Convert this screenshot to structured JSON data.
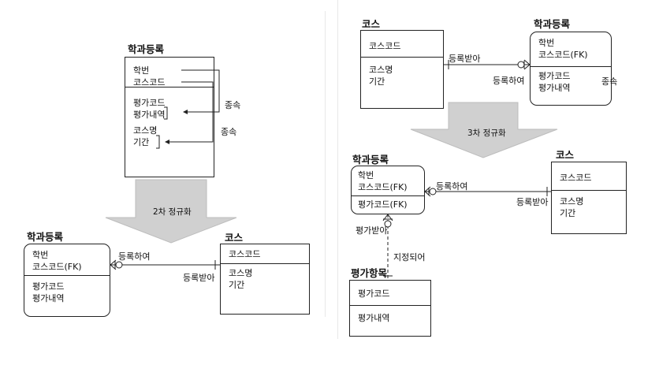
{
  "left": {
    "stage_label": "2차 정규화",
    "top_entity": {
      "title": "학과등록",
      "section1": [
        "학번",
        "코스코드"
      ],
      "section2": [
        "평가코드",
        "평가내역"
      ],
      "section3": [
        "코스명",
        "기간"
      ]
    },
    "dep_label_1": "종속",
    "dep_label_2": "종속",
    "bottom_left": {
      "title": "학과등록",
      "keys": [
        "학번",
        "코스코드(FK)"
      ],
      "attrs": [
        "평가코드",
        "평가내역"
      ]
    },
    "bottom_right": {
      "title": "코스",
      "keys": [
        "코스코드"
      ],
      "attrs": [
        "코스명",
        "기간"
      ]
    },
    "rel_label_a": "등록하여",
    "rel_label_b": "등록받아"
  },
  "right": {
    "stage_label": "3차 정규화",
    "top_left": {
      "title": "코스",
      "keys": [
        "코스코드"
      ],
      "attrs": [
        "코스명",
        "기간"
      ]
    },
    "top_right": {
      "title": "학과등록",
      "keys": [
        "학번",
        "코스코드(FK)"
      ],
      "attrs": [
        "평가코드",
        "평가내역"
      ]
    },
    "top_rel_a": "등록받아",
    "top_rel_b": "등록하여",
    "top_dep": "종속",
    "mid_left": {
      "title": "학과등록",
      "keys": [
        "학번",
        "코스코드(FK)"
      ],
      "attrs": [
        "평가코드(FK)"
      ]
    },
    "mid_right": {
      "title": "코스",
      "keys": [
        "코스코드"
      ],
      "attrs": [
        "코스명",
        "기간"
      ]
    },
    "mid_rel_a": "등록하여",
    "mid_rel_b": "등록받아",
    "vert_rel_a": "평가받아",
    "vert_rel_b": "지정되어",
    "bottom": {
      "title": "평가항목",
      "keys": [
        "평가코드"
      ],
      "attrs": [
        "평가내역"
      ]
    }
  }
}
